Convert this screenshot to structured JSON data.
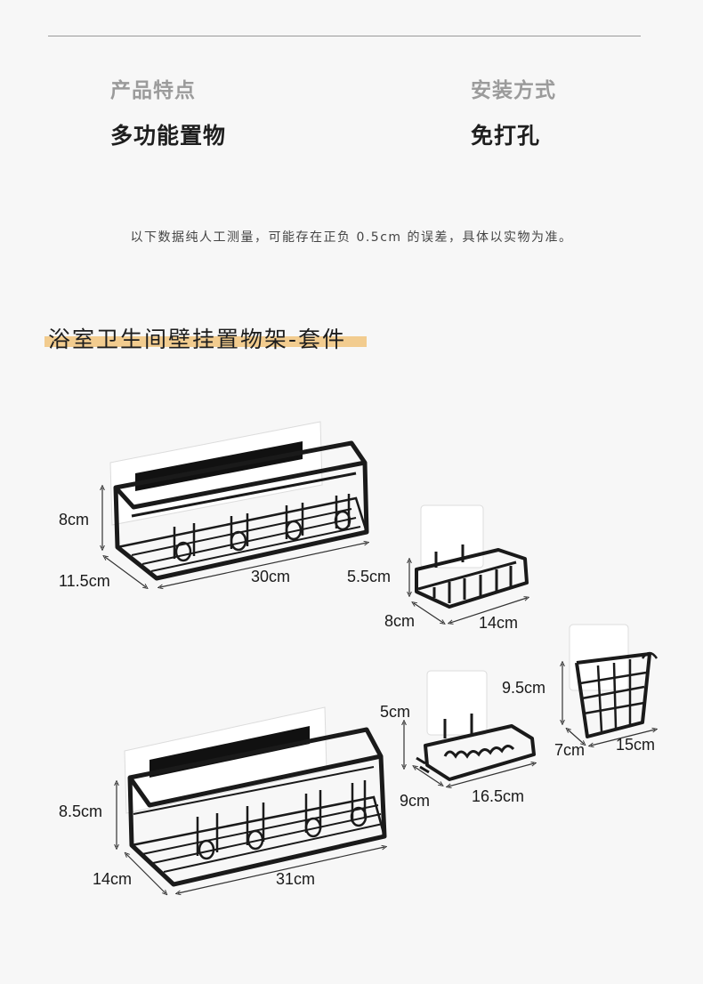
{
  "features": [
    {
      "label": "产品特点",
      "value": "多功能置物"
    },
    {
      "label": "安装方式",
      "value": "免打孔"
    }
  ],
  "note": "以下数据纯人工测量，可能存在正负 0.5cm 的误差，具体以实物为准。",
  "section_title": "浴室卫生间壁挂置物架-套件",
  "products": {
    "rack_small": {
      "height": "8cm",
      "depth": "11.5cm",
      "width": "30cm"
    },
    "soap_holder": {
      "height": "5.5cm",
      "depth": "8cm",
      "width": "14cm"
    },
    "rack_large": {
      "height": "8.5cm",
      "depth": "14cm",
      "width": "31cm"
    },
    "soap_tray": {
      "height": "5cm",
      "depth": "9cm",
      "width": "16.5cm"
    },
    "cup_basket": {
      "height": "9.5cm",
      "depth": "7cm",
      "width": "15cm"
    }
  },
  "colors": {
    "background": "#f7f7f7",
    "highlight": "#f2cc8f",
    "metal": "#1a1a1a"
  }
}
